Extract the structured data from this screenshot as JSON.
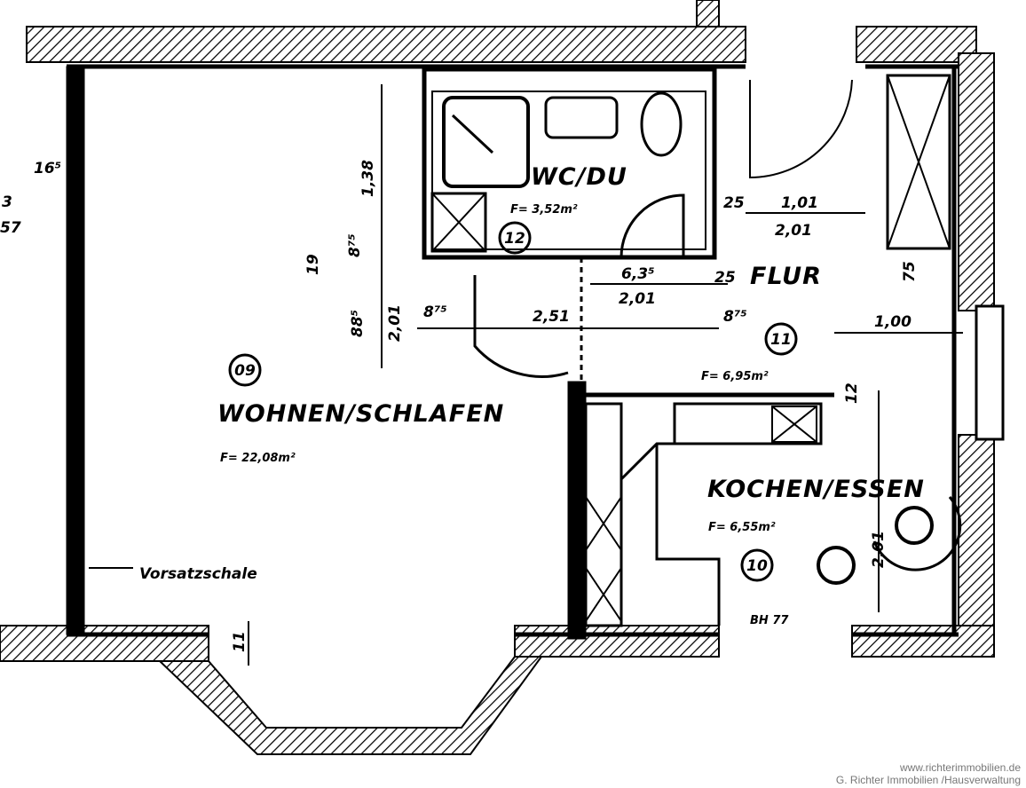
{
  "rooms": {
    "wohnen": {
      "number": "09",
      "name": "WOHNEN/SCHLAFEN",
      "area": "F= 22,08m²"
    },
    "wc": {
      "number": "12",
      "name": "WC/DU",
      "area": "F= 3,52m²"
    },
    "flur": {
      "number": "11",
      "name": "FLUR",
      "area": "F= 6,95m²"
    },
    "kochen": {
      "number": "10",
      "name": "KOCHEN/ESSEN",
      "area": "F= 6,55m²"
    }
  },
  "notes": {
    "vorsatzschale": "Vorsatzschale",
    "bh": "BH 77"
  },
  "dimensions": {
    "wc_height": "1,38",
    "d875a": "8⁷⁵",
    "d19": "19",
    "d885": "88⁵",
    "door_h": "2,01",
    "d875b": "8⁷⁵",
    "d251": "2,51",
    "d875c": "8⁷⁵",
    "d635": "6,3⁵",
    "d201b": "2,01",
    "d25a": "25",
    "d25b": "25",
    "d101": "1,01",
    "d201c": "2,01",
    "d100": "1,00",
    "d12": "12",
    "d201d": "2,01",
    "d11": "11",
    "d165": "16⁵",
    "d3": "3",
    "d57": "57",
    "d75": "75"
  },
  "watermark": {
    "line1": "www.richterimmobilien.de",
    "line2": "G. Richter Immobilien /Hausverwaltung"
  }
}
